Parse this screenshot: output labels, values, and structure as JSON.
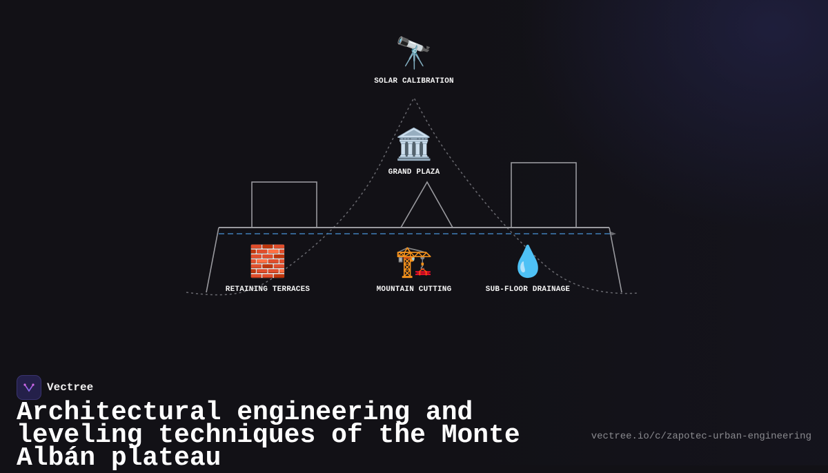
{
  "diagram": {
    "nodes": [
      {
        "id": "solar",
        "label": "SOLAR CALIBRATION",
        "icon": "telescope-icon",
        "glyph": "🔭"
      },
      {
        "id": "plaza",
        "label": "GRAND PLAZA",
        "icon": "classical-building-icon",
        "glyph": "🏛️"
      },
      {
        "id": "terraces",
        "label": "RETAINING TERRACES",
        "icon": "brick-icon",
        "glyph": "🧱"
      },
      {
        "id": "cutting",
        "label": "MOUNTAIN CUTTING",
        "icon": "construction-crane-icon",
        "glyph": "🏗️"
      },
      {
        "id": "drainage",
        "label": "SUB-FLOOR DRAINAGE",
        "icon": "droplet-icon",
        "glyph": "💧"
      }
    ],
    "colors": {
      "structure": "#9a9a9f",
      "mountain_curve": "#6a6a70",
      "water_line": "#3f7fb8"
    }
  },
  "footer": {
    "brand": "Vectree",
    "title": "Architectural engineering and leveling techniques of the Monte Albán plateau",
    "url": "vectree.io/c/zapotec-urban-engineering"
  }
}
